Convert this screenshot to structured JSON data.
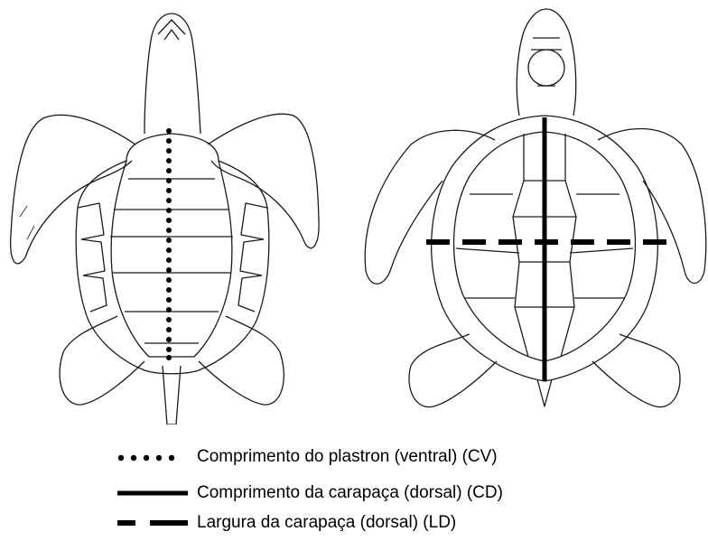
{
  "legend": {
    "items": [
      {
        "style": "dotted",
        "label": "Comprimento do plastron (ventral) (CV)"
      },
      {
        "style": "solid",
        "label": "Comprimento da carapaça (dorsal) (CD)"
      },
      {
        "style": "dashed",
        "label": "Largura da carapaça (dorsal) (LD)"
      }
    ]
  },
  "colors": {
    "ink": "#1a1a1a",
    "marker": "#000000",
    "paper": "#ffffff"
  }
}
